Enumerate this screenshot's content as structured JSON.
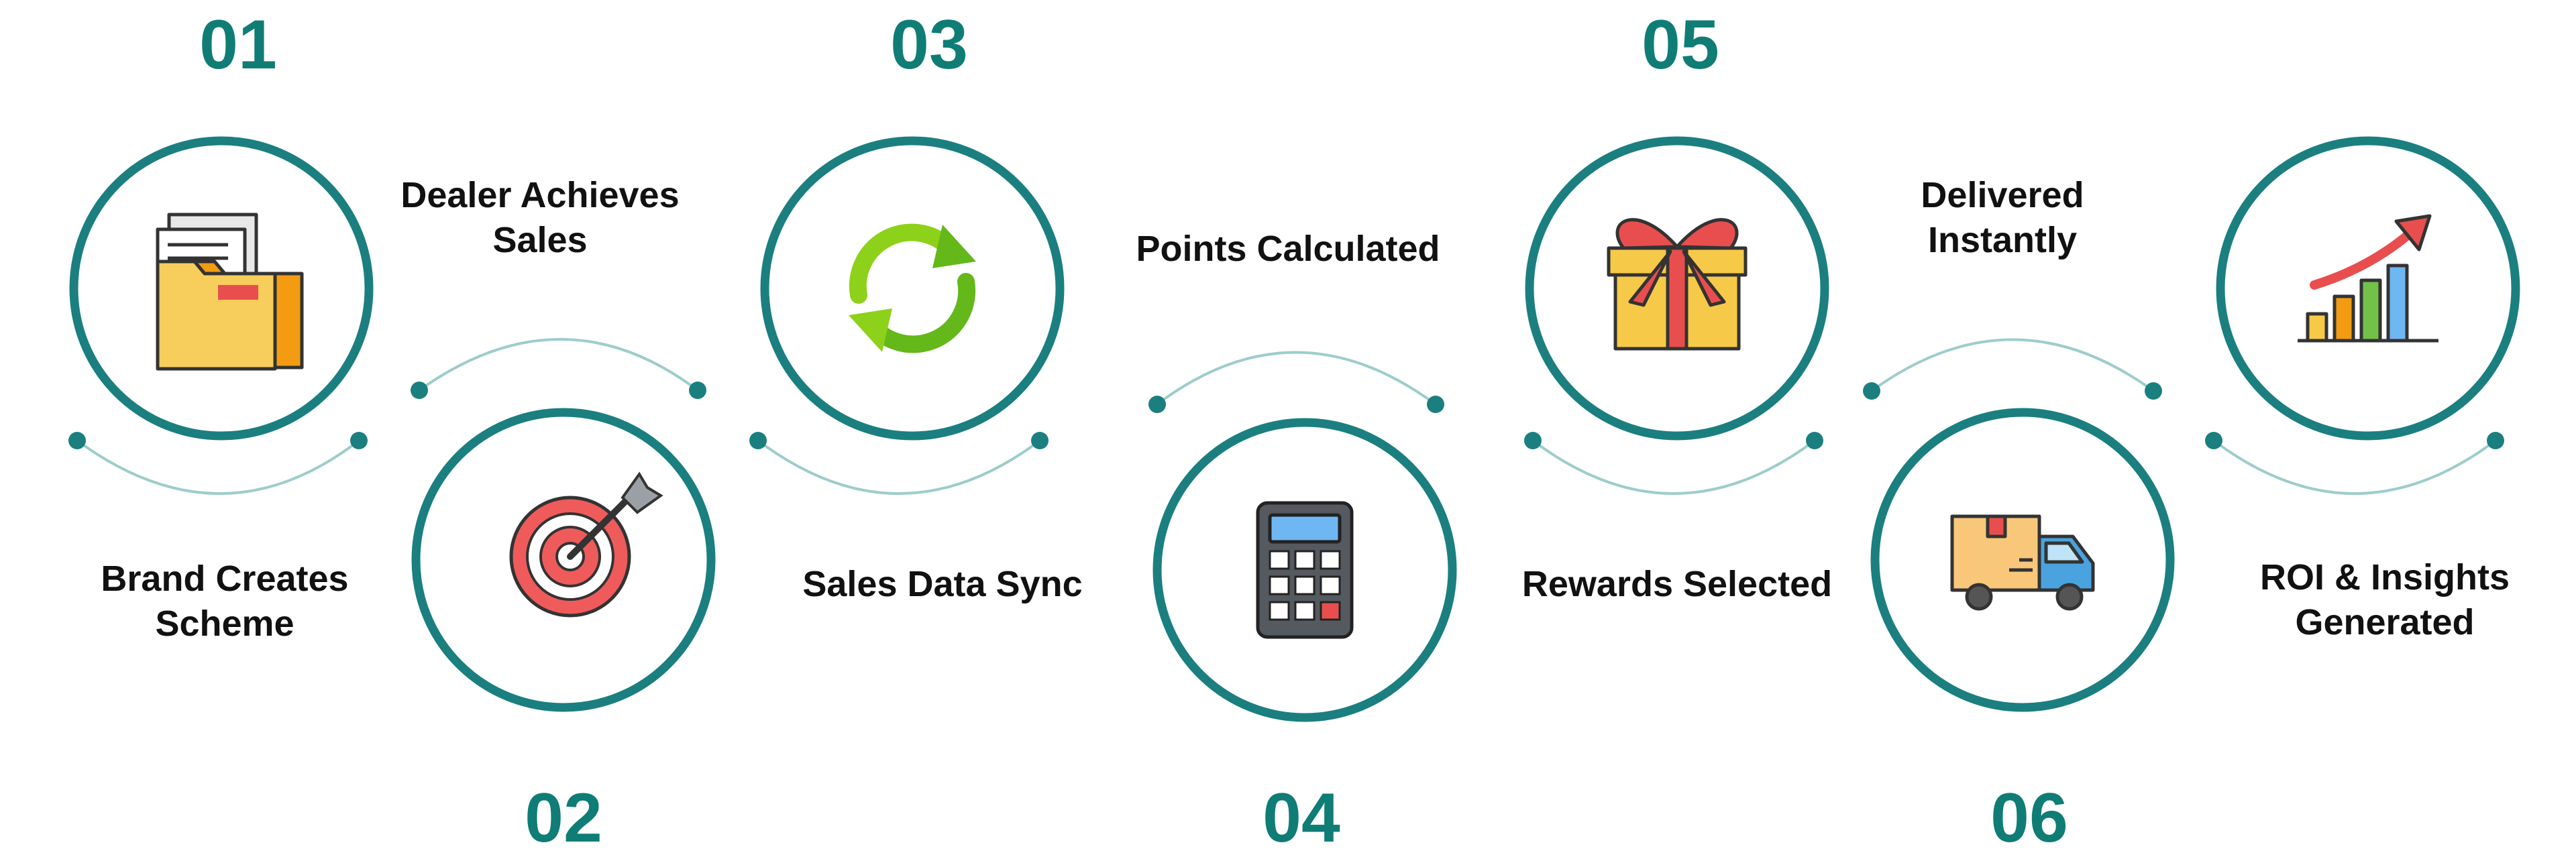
{
  "steps": [
    {
      "number": "01",
      "label": [
        "Brand Creates",
        "Scheme"
      ],
      "icon": "folder-icon"
    },
    {
      "number": "02",
      "label": [
        "Dealer Achieves",
        "Sales"
      ],
      "icon": "target-icon"
    },
    {
      "number": "03",
      "label": [
        "Sales Data Sync"
      ],
      "icon": "sync-icon"
    },
    {
      "number": "04",
      "label": [
        "Points Calculated"
      ],
      "icon": "calculator-icon"
    },
    {
      "number": "05",
      "label": [
        "Rewards Selected"
      ],
      "icon": "gift-icon"
    },
    {
      "number": "06",
      "label": [
        "Delivered",
        "Instantly"
      ],
      "icon": "delivery-truck-icon"
    },
    {
      "number": "",
      "label": [
        "ROI & Insights",
        "Generated"
      ],
      "icon": "growth-chart-icon"
    }
  ],
  "colors": {
    "accent": "#0f7d76",
    "ring": "#1b7f80",
    "connector": "#8fc7c5",
    "text": "#111111"
  }
}
